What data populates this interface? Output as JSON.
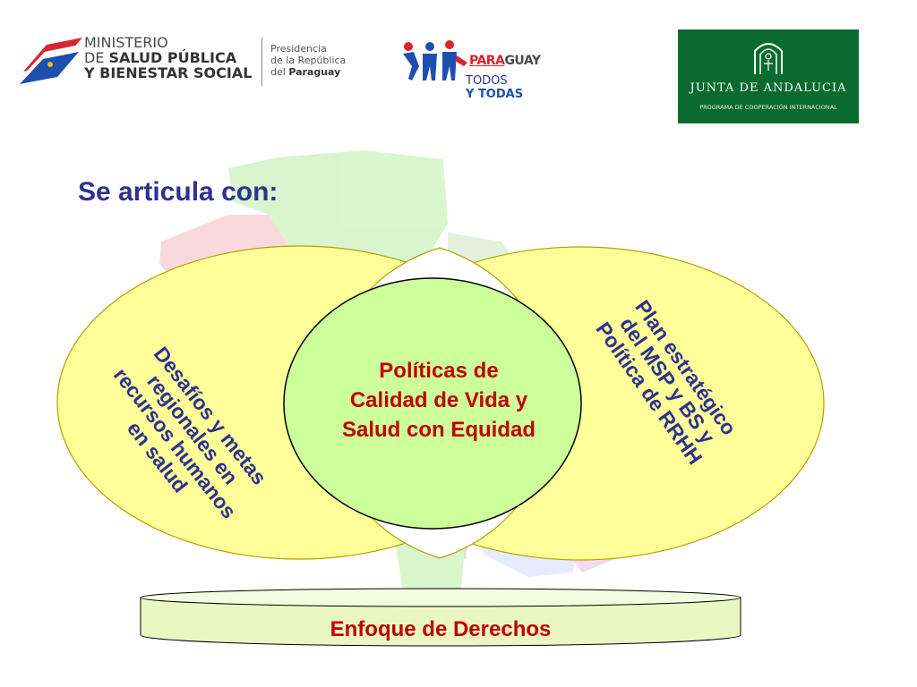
{
  "header": {
    "ministerio": {
      "line1": "MINISTERIO",
      "line2_prefix": "DE ",
      "line2_bold": "SALUD PÚBLICA",
      "line3": "Y BIENESTAR SOCIAL",
      "presidencia_line1": "Presidencia",
      "presidencia_line2": "de la República",
      "presidencia_line3_prefix": "del ",
      "presidencia_line3_bold": "Paraguay"
    },
    "todos": {
      "para": "PARA",
      "guay": "GUAY",
      "line1": "TODOS",
      "line2": "Y TODAS"
    },
    "junta": {
      "title": "JUNTA DE ANDALUCIA",
      "subtitle": "PROGRAMA DE COOPERACIÓN INTERNACIONAL"
    }
  },
  "diagram": {
    "title": "Se articula con:",
    "center_lines": [
      "Políticas de",
      "Calidad de Vida y",
      "Salud con Equidad"
    ],
    "left_lines": [
      "Desafíos y metas",
      "regionales en",
      "recursos humanos",
      "en salud"
    ],
    "right_lines": [
      "Plan estratégico",
      "del MSP y BS y",
      "Política de RRHH"
    ],
    "base_label": "Enfoque de Derechos",
    "colors": {
      "ellipse_fill": "#ffff99",
      "center_fill": "#ccff99",
      "base_fill": "#ebf7c2",
      "title_color": "#2e3192",
      "red_text": "#c00000"
    }
  }
}
